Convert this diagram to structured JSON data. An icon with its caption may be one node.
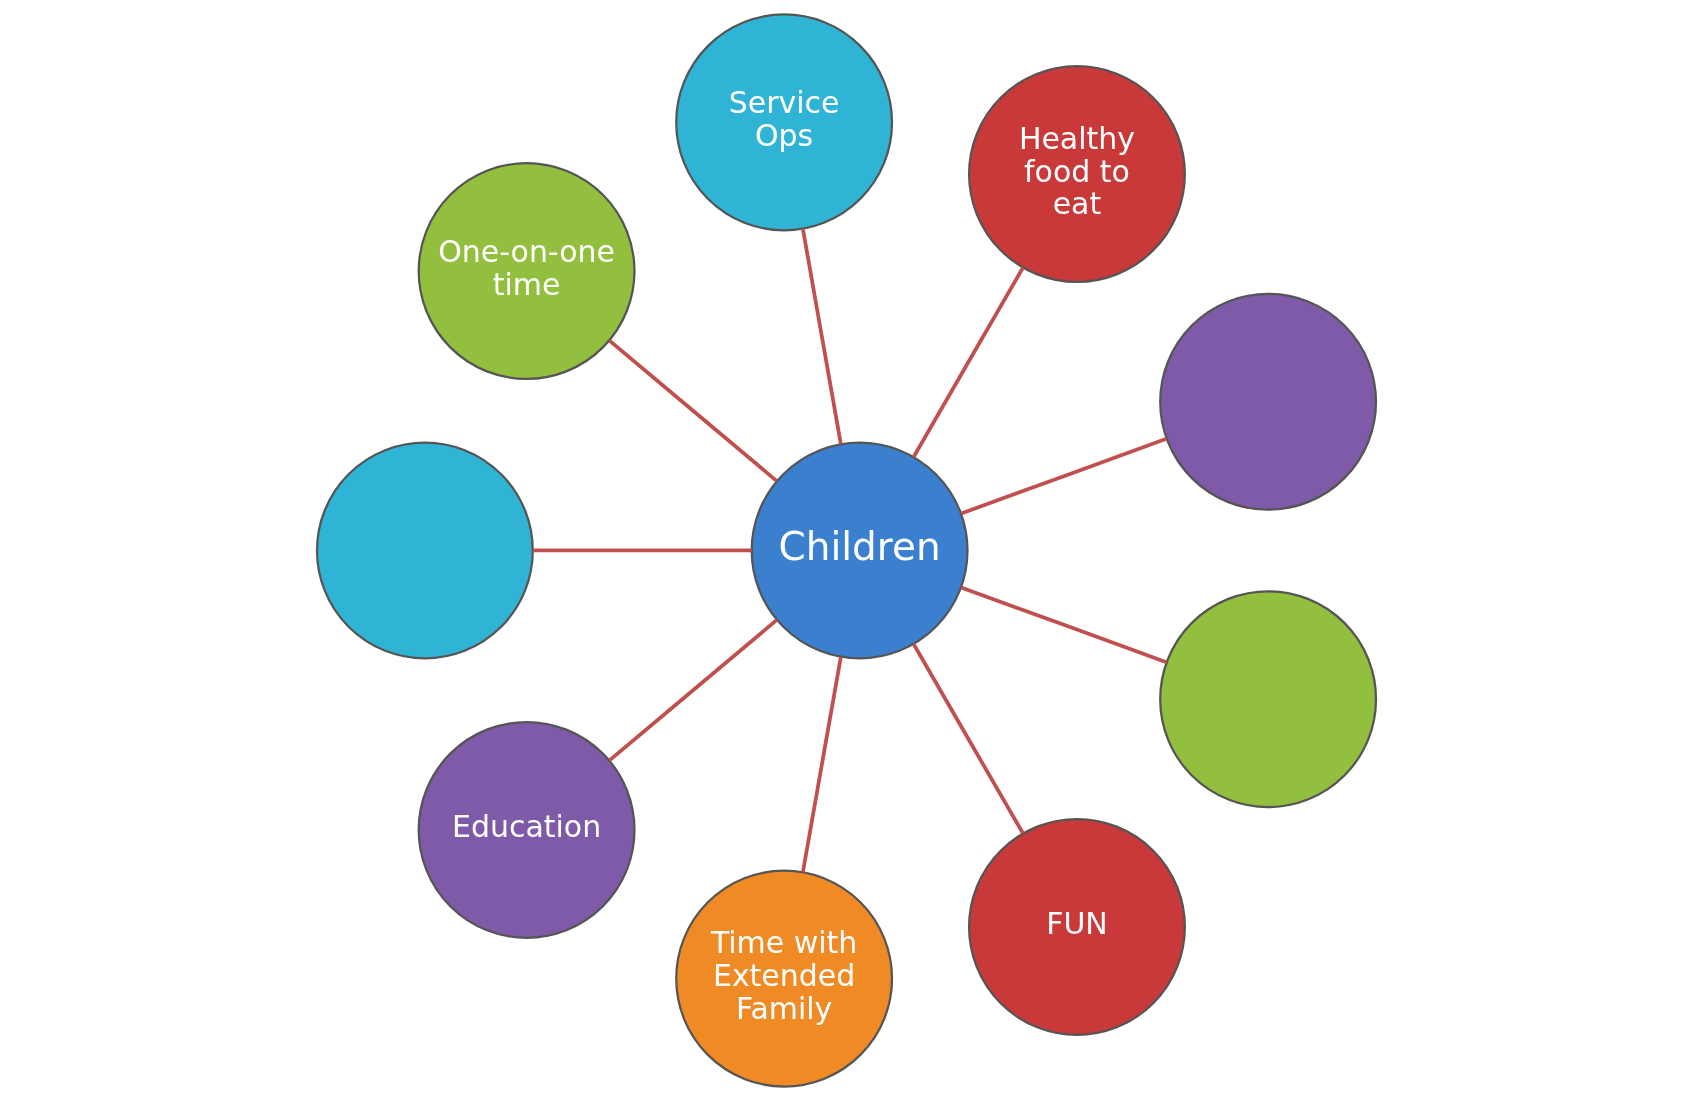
{
  "diagram": {
    "nodes": [
      {
        "text": [],
        "shape": "circle"
      },
      {
        "text": [
          "Healthy food to eat"
        ]
      },
      {
        "text": [
          "Service Ops"
        ]
      },
      {
        "text": [
          "One-on-one time"
        ]
      },
      {
        "text": [],
        "shape": "circle"
      },
      {
        "text": [
          "Children"
        ]
      },
      {
        "text": [
          "Education"
        ]
      },
      {
        "text": [
          "Time with Extended Family"
        ]
      },
      {
        "text": [
          "FUN"
        ]
      },
      {
        "text": [],
        "shape": "circle"
      }
    ],
    "edges": [
      {
        "from": 5,
        "to": 0,
        "arrow": "none"
      },
      {
        "from": 5,
        "to": 1,
        "arrow": "none"
      },
      {
        "from": 5,
        "to": 3,
        "arrow": "none"
      },
      {
        "from": 5,
        "to": 2,
        "arrow": "none"
      },
      {
        "from": 5,
        "to": 6,
        "arrow": "none"
      },
      {
        "from": 5,
        "to": 9,
        "arrow": "none"
      },
      {
        "from": 5,
        "to": 8,
        "arrow": "none"
      },
      {
        "from": 5,
        "to": 7,
        "arrow": "none"
      },
      {
        "from": 5,
        "to": 4,
        "arrow": "none"
      }
    ]
  }
}
